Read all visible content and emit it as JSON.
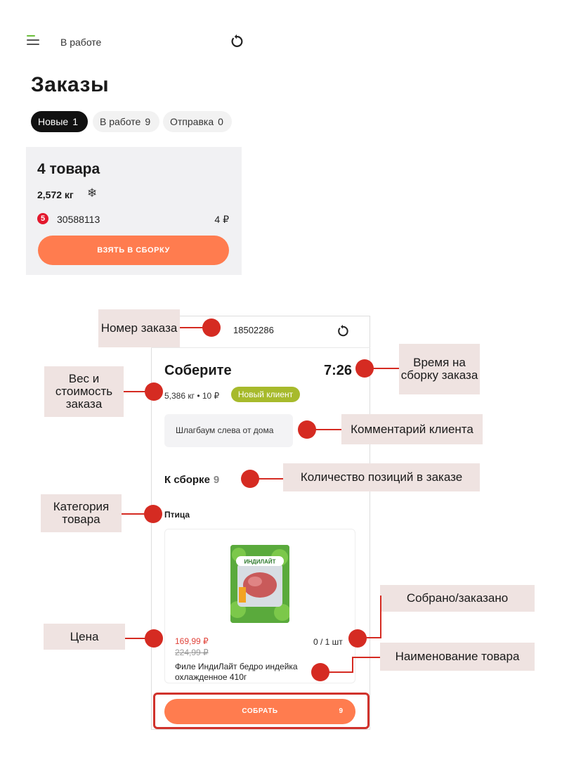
{
  "top_screen": {
    "status_label": "В работе",
    "page_title": "Заказы",
    "tabs": [
      {
        "label": "Новые",
        "count": "1"
      },
      {
        "label": "В работе",
        "count": "9"
      },
      {
        "label": "Отправка",
        "count": "0"
      }
    ],
    "order_card": {
      "title": "4 товара",
      "weight": "2,572 кг",
      "store_logo_letter": "5",
      "order_id": "30588113",
      "price": "4 ₽",
      "take_button": "ВЗЯТЬ В СБОРКУ"
    }
  },
  "order_screen": {
    "order_number": "18502286",
    "collect_title": "Соберите",
    "timer": "7:26",
    "weight_cost": "5,386 кг • 10 ₽",
    "client_badge": "Новый клиент",
    "comment": "Шлагбаум слева от дома",
    "to_assemble_label": "К сборке",
    "to_assemble_count": "9",
    "category": "Птица",
    "product": {
      "brand_on_pack": "ИНДИЛАЙТ",
      "price_new": "169,99 ₽",
      "price_old": "224,99 ₽",
      "collected": "0 / 1 шт",
      "name": "Филе ИндиЛайт бедро индейка охлажденное 410г"
    },
    "collect_button": "СОБРАТЬ",
    "collect_button_count": "9"
  },
  "annotations": {
    "order_number": "Номер заказа",
    "assembly_time": "Время на сборку заказа",
    "weight_cost": "Вес и стоимость заказа",
    "client_comment": "Комментарий клиента",
    "positions_count": "Количество позиций в заказе",
    "category": "Категория товара",
    "collected_ordered": "Собрано/заказано",
    "price": "Цена",
    "product_name": "Наименование товара"
  },
  "colors": {
    "accent_orange": "#ff7c4f",
    "annotation_red": "#d52b22",
    "badge_green": "#a7ba2c",
    "callout_bg": "#efe3e1"
  }
}
